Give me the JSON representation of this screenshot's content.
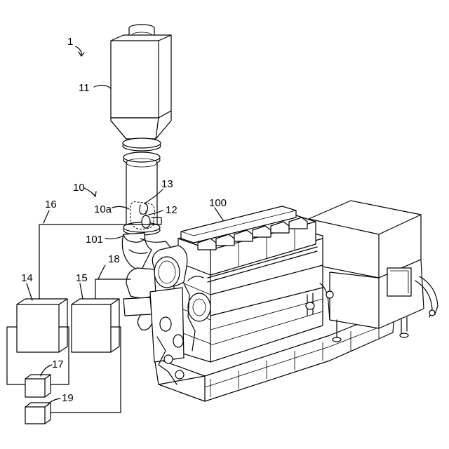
{
  "labels": {
    "system": "1",
    "silencer": "11",
    "exhaust_pipe": "10",
    "pipe_inner_wall": "10a",
    "sensor": "13",
    "sensor_mount": "12",
    "engine": "100",
    "exhaust_outlet": "101",
    "line_a": "16",
    "line_b": "18",
    "unit_a": "14",
    "unit_b": "15",
    "box_a": "17",
    "box_b": "19"
  }
}
